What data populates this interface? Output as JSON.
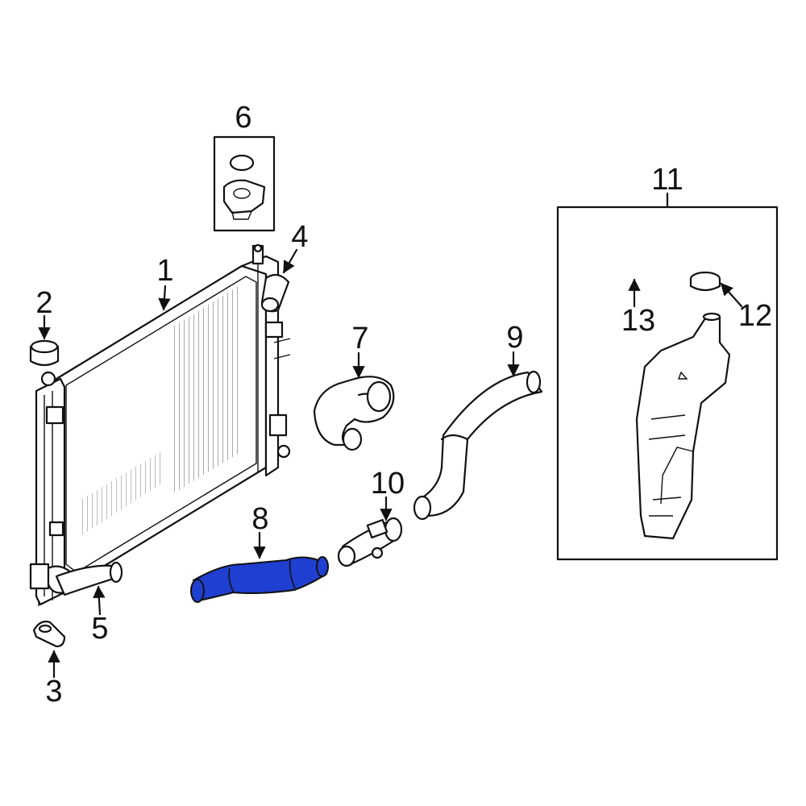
{
  "diagram": {
    "highlight_color": "#1f3fd0",
    "line_color": "#111111",
    "callouts": [
      {
        "id": "c1",
        "text": "1"
      },
      {
        "id": "c2",
        "text": "2"
      },
      {
        "id": "c3",
        "text": "3"
      },
      {
        "id": "c4",
        "text": "4"
      },
      {
        "id": "c5",
        "text": "5"
      },
      {
        "id": "c6",
        "text": "6"
      },
      {
        "id": "c7",
        "text": "7"
      },
      {
        "id": "c8",
        "text": "8"
      },
      {
        "id": "c9",
        "text": "9"
      },
      {
        "id": "c10",
        "text": "10"
      },
      {
        "id": "c11",
        "text": "11"
      },
      {
        "id": "c12",
        "text": "12"
      },
      {
        "id": "c13",
        "text": "13"
      }
    ],
    "highlighted_part": "8"
  }
}
